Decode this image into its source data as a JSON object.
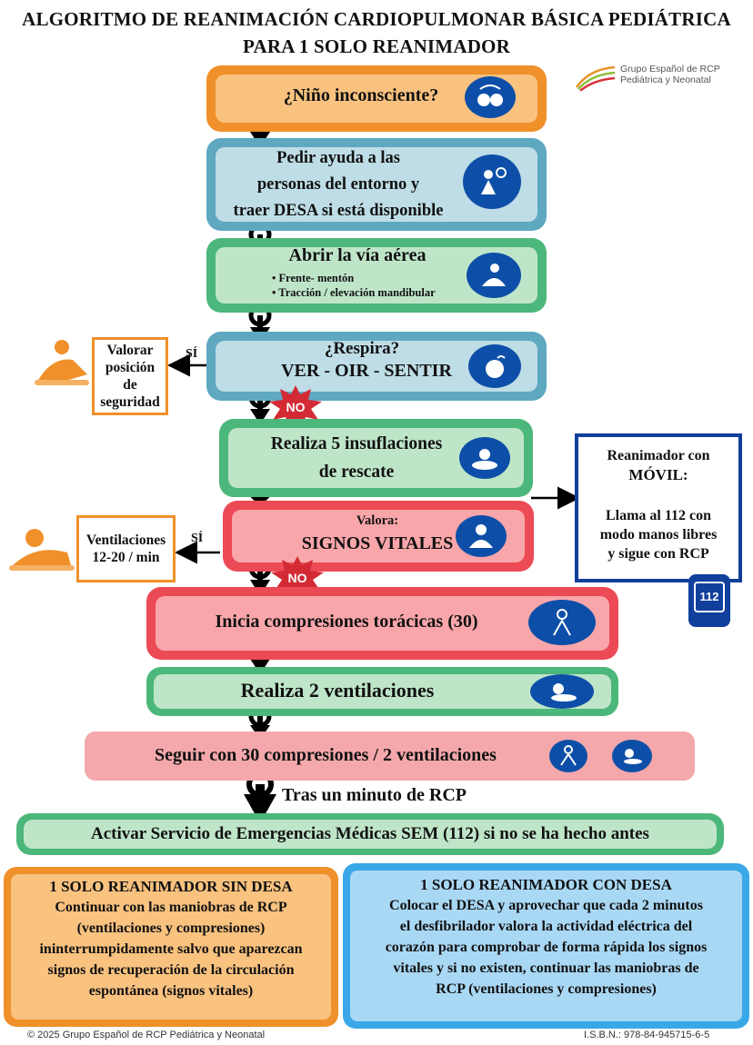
{
  "title": {
    "line1": "ALGORITMO DE REANIMACIÓN CARDIOPULMONAR BÁSICA PEDIÁTRICA",
    "line2": "PARA 1 SOLO REANIMADOR"
  },
  "logo": {
    "line1": "Grupo Español de RCP",
    "line2": "Pediátrica y Neonatal"
  },
  "steps": {
    "unconscious": "¿Niño inconsciente?",
    "help": [
      "Pedir ayuda a las",
      "personas del entorno y",
      "traer DESA si está disponible"
    ],
    "airway_title": "Abrir la vía aérea",
    "airway_bullets": [
      "Frente- mentón",
      "Tracción / elevación mandibular"
    ],
    "breathes_q": "¿Respira?",
    "breathes_check": "VER - OIR - SENTIR",
    "rescue": [
      "Realiza 5 insuflaciones",
      "de rescate"
    ],
    "vitals_label": "Valora:",
    "vitals_title": "SIGNOS VITALES",
    "compressions": "Inicia compresiones torácicas (30)",
    "ventilations": "Realiza 2 ventilaciones",
    "continue_cycle": "Seguir con 30 compresiones / 2 ventilaciones",
    "after_minute": "Tras un minuto de RCP",
    "activate_sem": "Activar Servicio de Emergencias Médicas SEM (112) si no se ha hecho antes"
  },
  "side": {
    "position_box": [
      "Valorar",
      "posición",
      "de",
      "seguridad"
    ],
    "ventilation_box": [
      "Ventilaciones",
      "12-20 / min"
    ],
    "yes_label": "SÍ",
    "no_label": "NO"
  },
  "movil": {
    "line1": "Reanimador con",
    "line2": "MÓVIL:",
    "line3": "Llama al 112 con",
    "line4": "modo manos libres",
    "line5": "y sigue con RCP",
    "phone_number": "112"
  },
  "bottom": {
    "no_desa_title": "1 SOLO REANIMADOR SIN DESA",
    "no_desa_text": [
      "Continuar con las maniobras de RCP",
      "(ventilaciones y compresiones)",
      "ininterrumpidamente salvo que aparezcan",
      "signos de recuperación de la circulación",
      "espontánea (signos vitales)"
    ],
    "desa_title": "1 SOLO REANIMADOR CON DESA",
    "desa_text": [
      "Colocar el DESA y aprovechar que cada 2 minutos",
      "el desfibrilador valora la actividad eléctrica del",
      "corazón para comprobar de forma rápida los signos",
      "vitales y si no existen, continuar las maniobras de",
      "RCP (ventilaciones y compresiones)"
    ]
  },
  "footer": {
    "copyright": "© 2025 Grupo Español de RCP Pediátrica y Neonatal",
    "isbn": "I.S.B.N.: 978-84-945715-6-5"
  },
  "colors": {
    "orange": "#f0902a",
    "orange_light": "#f9c27f",
    "teal": "#5ea8c0",
    "teal_light": "#bfdde6",
    "green": "#4cb77a",
    "green_light": "#bfe5c9",
    "red": "#ec4a55",
    "red_light": "#f9a6aa",
    "pink": "#f4a8ac",
    "navy": "#0d4fa8",
    "blue": "#3aa7e8",
    "blue_light": "#a9d8f5"
  }
}
